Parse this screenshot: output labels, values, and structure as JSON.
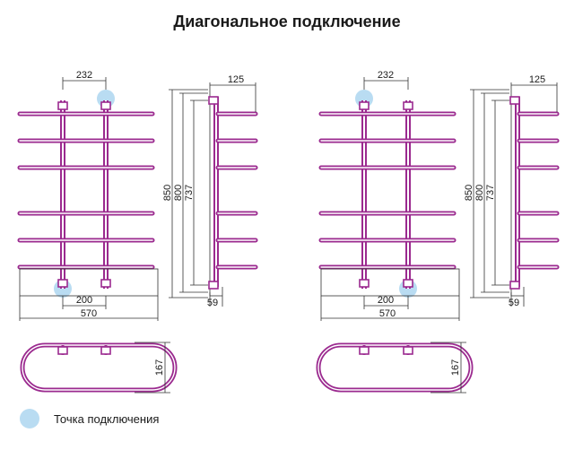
{
  "title": "Диагональное подключение",
  "legend": {
    "label": "Точка подключения"
  },
  "colors": {
    "tube": "#9b2a8f",
    "tube_inner": "#ffffff",
    "connection_point": "#b9dcf2",
    "lines": "#333333"
  },
  "dimensions": {
    "inlet_spacing": "232",
    "depth": "125",
    "height_total": "850",
    "height_mid": "800",
    "height_inner": "737",
    "bottom_spacing": "200",
    "width_total": "570",
    "offset": "59",
    "plan_depth": "167"
  }
}
